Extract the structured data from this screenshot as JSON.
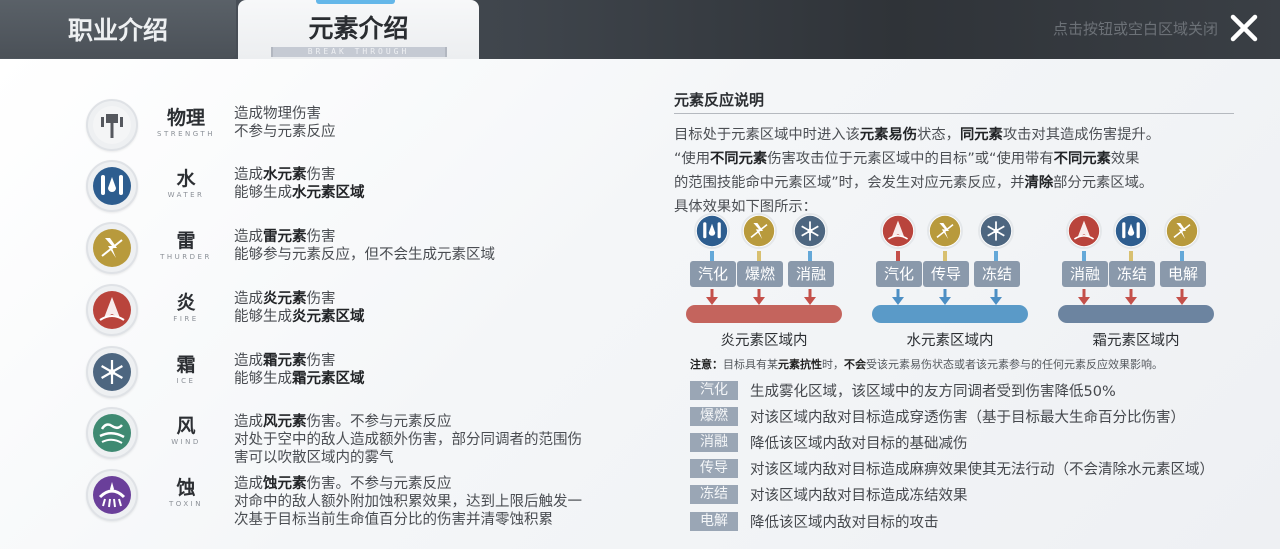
{
  "tabs": [
    {
      "label": "职业介绍",
      "active": false
    },
    {
      "label": "元素介绍",
      "sub": "BREAK THROUGH",
      "active": true
    }
  ],
  "close": {
    "hint": "点击按钮或空白区域关闭",
    "icon": "close-icon"
  },
  "elements": [
    {
      "id": "strength",
      "name": "物理",
      "en": "STRENGTH",
      "icon": "hammer-icon",
      "color": "#55585e",
      "lines": [
        [
          {
            "t": "造成物理伤害"
          }
        ],
        [
          {
            "t": "不参与元素反应"
          }
        ]
      ]
    },
    {
      "id": "water",
      "name": "水",
      "en": "WATER",
      "icon": "water-drop-icon",
      "color": "#2d5d8f",
      "lines": [
        [
          {
            "t": "造成"
          },
          {
            "t": "水元素",
            "b": true
          },
          {
            "t": "伤害"
          }
        ],
        [
          {
            "t": "能够生成"
          },
          {
            "t": "水元素区域",
            "b": true
          }
        ]
      ]
    },
    {
      "id": "thunder",
      "name": "雷",
      "en": "THURDER",
      "icon": "lightning-icon",
      "color": "#b89a3c",
      "lines": [
        [
          {
            "t": "造成"
          },
          {
            "t": "雷元素",
            "b": true
          },
          {
            "t": "伤害"
          }
        ],
        [
          {
            "t": "能够参与元素反应，但不会生成元素区域"
          }
        ]
      ]
    },
    {
      "id": "fire",
      "name": "炎",
      "en": "FIRE",
      "icon": "flame-icon",
      "color": "#b9443c",
      "lines": [
        [
          {
            "t": "造成"
          },
          {
            "t": "炎元素",
            "b": true
          },
          {
            "t": "伤害"
          }
        ],
        [
          {
            "t": "能够生成"
          },
          {
            "t": "炎元素区域",
            "b": true
          }
        ]
      ]
    },
    {
      "id": "ice",
      "name": "霜",
      "en": "ICE",
      "icon": "snowflake-icon",
      "color": "#4d6680",
      "lines": [
        [
          {
            "t": "造成"
          },
          {
            "t": "霜元素",
            "b": true
          },
          {
            "t": "伤害"
          }
        ],
        [
          {
            "t": "能够生成"
          },
          {
            "t": "霜元素区域",
            "b": true
          }
        ]
      ]
    },
    {
      "id": "wind",
      "name": "风",
      "en": "WIND",
      "icon": "wind-swirl-icon",
      "color": "#3f8a72",
      "lines": [
        [
          {
            "t": "造成"
          },
          {
            "t": "风元素",
            "b": true
          },
          {
            "t": "伤害。不参与元素反应"
          }
        ],
        [
          {
            "t": "对处于空中的敌人造成额外伤害，部分同调者的范围伤"
          }
        ],
        [
          {
            "t": "害可以吹散区域内的雾气"
          }
        ]
      ]
    },
    {
      "id": "toxin",
      "name": "蚀",
      "en": "TOXIN",
      "icon": "toxin-icon",
      "color": "#6a3f9a",
      "lines": [
        [
          {
            "t": "造成"
          },
          {
            "t": "蚀元素",
            "b": true
          },
          {
            "t": "伤害。不参与元素反应"
          }
        ],
        [
          {
            "t": "对命中的敌人额外附加蚀积累效果，达到上限后触发一"
          }
        ],
        [
          {
            "t": "次基于目标当前生命值百分比的伤害并清零蚀积累"
          }
        ]
      ]
    }
  ],
  "reaction": {
    "title": "元素反应说明",
    "paragraph": [
      [
        {
          "t": "目标处于元素区域中时进入该"
        },
        {
          "t": "元素易伤",
          "b": true
        },
        {
          "t": "状态，"
        },
        {
          "t": "同元素",
          "b": true
        },
        {
          "t": "攻击对其造成伤害提升。"
        }
      ],
      [
        {
          "t": "“使用"
        },
        {
          "t": "不同元素",
          "b": true
        },
        {
          "t": "伤害攻击位于元素区域中的目标”或“使用带有"
        },
        {
          "t": "不同元素",
          "b": true
        },
        {
          "t": "效果"
        }
      ],
      [
        {
          "t": "的范围技能命中元素区域”时，会发生对应元素反应，并"
        },
        {
          "t": "清除",
          "b": true
        },
        {
          "t": "部分元素区域。"
        }
      ],
      [
        {
          "t": "具体效果如下图所示："
        }
      ]
    ],
    "diagrams": [
      {
        "zone": "炎元素区域内",
        "bar_color": "#c4645d",
        "arrow_color": "#c4504a",
        "inputs": [
          {
            "icon": "water-drop-icon",
            "color": "#2d5d8f",
            "stem": "#64a8d8",
            "tag": "汽化"
          },
          {
            "icon": "lightning-icon",
            "color": "#b89a3c",
            "stem": "#d8c070",
            "tag": "爆燃"
          },
          {
            "icon": "snowflake-icon",
            "color": "#4d6680",
            "stem": "#64a8d8",
            "tag": "消融"
          }
        ]
      },
      {
        "zone": "水元素区域内",
        "bar_color": "#5a9ac8",
        "arrow_color": "#4d8fc4",
        "inputs": [
          {
            "icon": "flame-icon",
            "color": "#b9443c",
            "stem": "#c4504a",
            "tag": "汽化"
          },
          {
            "icon": "lightning-icon",
            "color": "#b89a3c",
            "stem": "#d8c070",
            "tag": "传导"
          },
          {
            "icon": "snowflake-icon",
            "color": "#4d6680",
            "stem": "#64a8d8",
            "tag": "冻结"
          }
        ]
      },
      {
        "zone": "霜元素区域内",
        "bar_color": "#6c84a0",
        "arrow_color": "#c4504a",
        "inputs": [
          {
            "icon": "flame-icon",
            "color": "#b9443c",
            "stem": "#64a8d8",
            "tag": "消融"
          },
          {
            "icon": "water-drop-icon",
            "color": "#2d5d8f",
            "stem": "#d8c070",
            "tag": "冻结"
          },
          {
            "icon": "lightning-icon",
            "color": "#b89a3c",
            "stem": "#64a8d8",
            "tag": "电解"
          }
        ]
      }
    ],
    "note": [
      {
        "t": "注意：",
        "b": true
      },
      {
        "t": "目标具有某"
      },
      {
        "t": "元素抗性",
        "b": true
      },
      {
        "t": "时，"
      },
      {
        "t": "不会",
        "b": true
      },
      {
        "t": "受该元素易伤状态或者该元素参与的任何元素反应效果影响。"
      }
    ],
    "reactions": [
      {
        "tag": "汽化",
        "desc": "生成雾化区域，该区域中的友方同调者受到伤害降低50%"
      },
      {
        "tag": "爆燃",
        "desc": "对该区域内敌对目标造成穿透伤害（基于目标最大生命百分比伤害）"
      },
      {
        "tag": "消融",
        "desc": "降低该区域内敌对目标的基础减伤"
      },
      {
        "tag": "传导",
        "desc": "对该区域内敌对目标造成麻痹效果使其无法行动（不会清除水元素区域）"
      },
      {
        "tag": "冻结",
        "desc": "对该区域内敌对目标造成冻结效果"
      },
      {
        "tag": "电解",
        "desc": "降低该区域内敌对目标的攻击"
      }
    ]
  }
}
